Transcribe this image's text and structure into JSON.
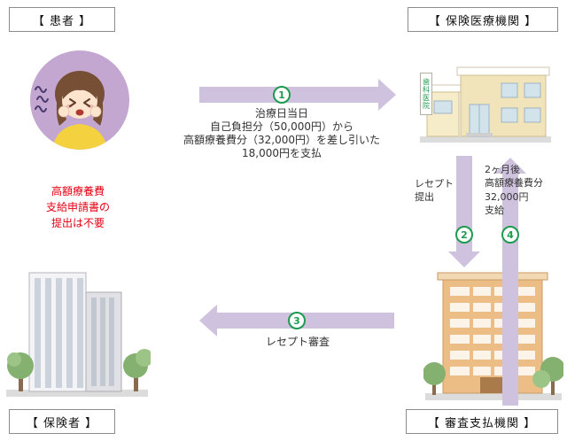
{
  "boxes": {
    "patient": "【 患者 】",
    "medical": "【 保険医療機関 】",
    "insurer": "【 保険者 】",
    "examiner": "【 審査支払機関 】"
  },
  "red_note": {
    "lines": [
      "高額療養費",
      "支給申請書の",
      "提出は不要"
    ]
  },
  "arrows": {
    "a1": {
      "number": "1",
      "lines": [
        "治療日当日",
        "自己負担分（50,000円）から",
        "高額療養費分（32,000円）を差し引いた",
        "18,000円を支払"
      ]
    },
    "a2": {
      "number": "2",
      "lines": [
        "レセプト",
        "提出"
      ]
    },
    "a3": {
      "number": "3",
      "label": "レセプト審査"
    },
    "a4": {
      "number": "4",
      "lines": [
        "2ヶ月後",
        "高額療養費分",
        "32,000円",
        "支給"
      ]
    }
  },
  "illustrations": {
    "clinic_sign": "歯科医院"
  },
  "colors": {
    "arrow_purple": "#cfc2de",
    "number_green": "#1f9b50",
    "note_red": "#e60012",
    "patient_circle": "#c3a7d1"
  }
}
